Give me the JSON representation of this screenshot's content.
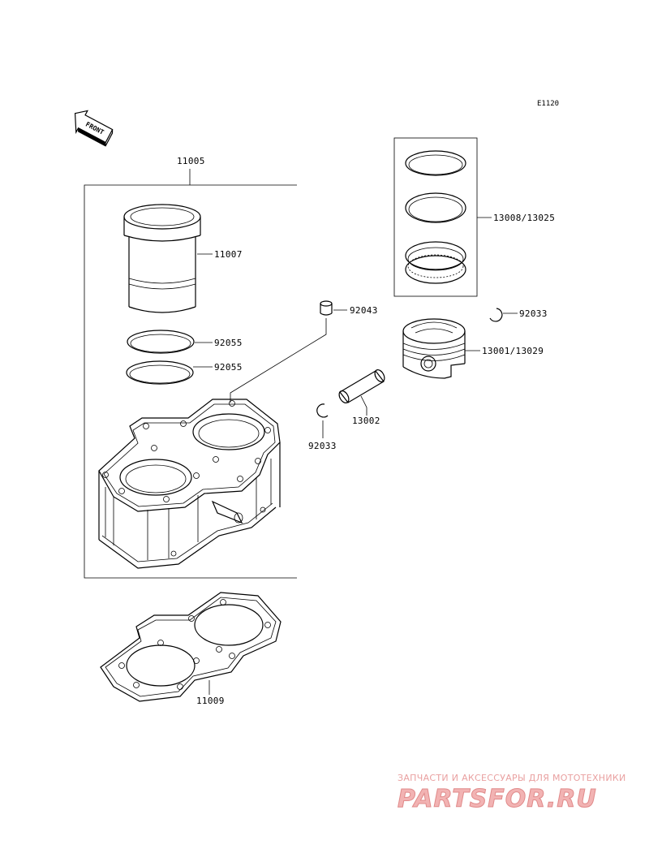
{
  "diagram": {
    "code": "E1120",
    "front_arrow": "FRONT",
    "labels": {
      "assembly": "11005",
      "sleeve": "11007",
      "oring_upper": "92055",
      "oring_lower": "92055",
      "dowel": "92043",
      "rings": "13008/13025",
      "clip_right": "92033",
      "piston": "13001/13029",
      "pin": "13002",
      "clip_left": "92033",
      "gasket": "11009"
    }
  },
  "watermark": {
    "caption": "ЗАПЧАСТИ И АКСЕССУАРЫ ДЛЯ МОТОТЕХНИКИ",
    "logo": "PARTSFOR.RU"
  }
}
